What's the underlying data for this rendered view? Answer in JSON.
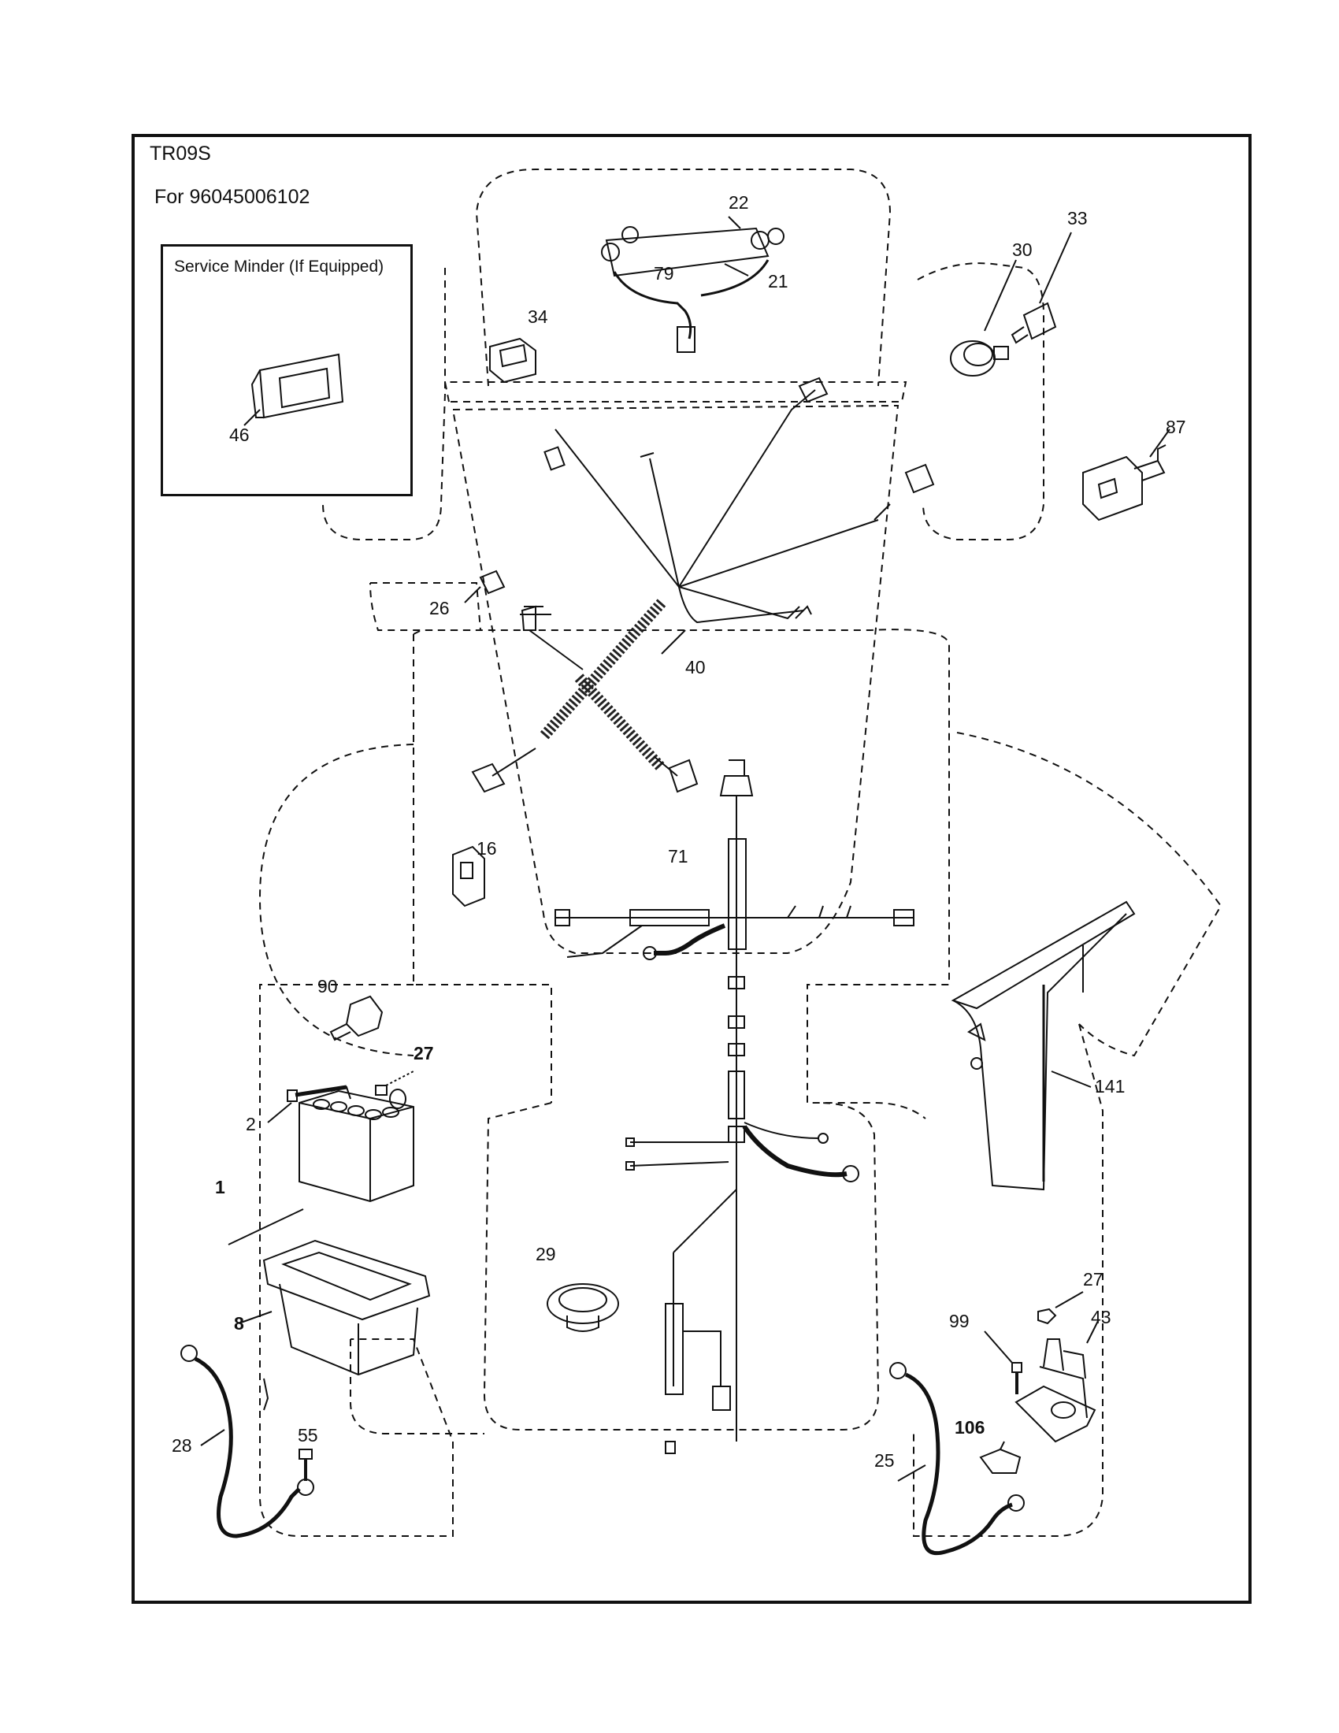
{
  "header": {
    "model": "TR09S",
    "for_label": "For 96045006102"
  },
  "inset": {
    "title": "Service Minder (If Equipped)",
    "part": "46"
  },
  "callouts": [
    {
      "id": "c22",
      "label": "22",
      "bold": false
    },
    {
      "id": "c79",
      "label": "79",
      "bold": false
    },
    {
      "id": "c21",
      "label": "21",
      "bold": false
    },
    {
      "id": "c34",
      "label": "34",
      "bold": false
    },
    {
      "id": "c30",
      "label": "30",
      "bold": false
    },
    {
      "id": "c33",
      "label": "33",
      "bold": false
    },
    {
      "id": "c87",
      "label": "87",
      "bold": false
    },
    {
      "id": "c26",
      "label": "26",
      "bold": false
    },
    {
      "id": "c40",
      "label": "40",
      "bold": false
    },
    {
      "id": "c71",
      "label": "71",
      "bold": false
    },
    {
      "id": "c16",
      "label": "16",
      "bold": false
    },
    {
      "id": "c90",
      "label": "90",
      "bold": false
    },
    {
      "id": "c27a",
      "label": "27",
      "bold": true
    },
    {
      "id": "c2",
      "label": "2",
      "bold": false
    },
    {
      "id": "c1",
      "label": "1",
      "bold": true
    },
    {
      "id": "c8",
      "label": "8",
      "bold": true
    },
    {
      "id": "c141",
      "label": "141",
      "bold": false
    },
    {
      "id": "c29",
      "label": "29",
      "bold": false
    },
    {
      "id": "c27b",
      "label": "27",
      "bold": false
    },
    {
      "id": "c43",
      "label": "43",
      "bold": false
    },
    {
      "id": "c99",
      "label": "99",
      "bold": false
    },
    {
      "id": "c106",
      "label": "106",
      "bold": true
    },
    {
      "id": "c25",
      "label": "25",
      "bold": false
    },
    {
      "id": "c28",
      "label": "28",
      "bold": false
    },
    {
      "id": "c55",
      "label": "55",
      "bold": false
    }
  ]
}
